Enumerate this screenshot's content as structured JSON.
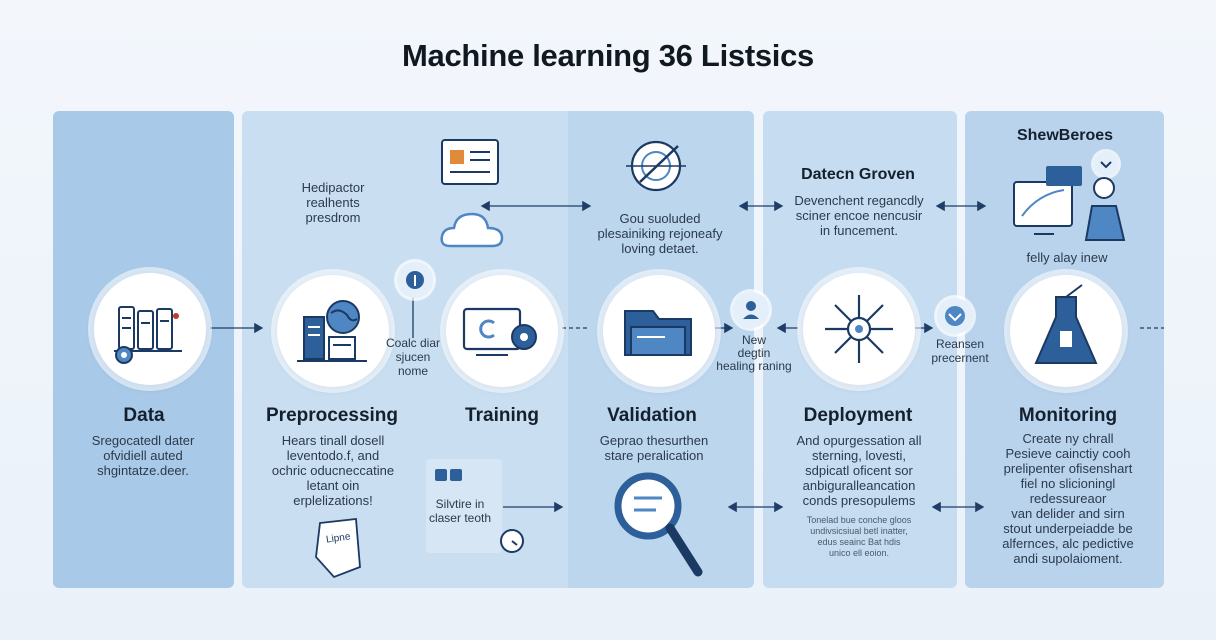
{
  "title": "Machine learning 36 Listsics",
  "stages": {
    "data": "Data",
    "preprocessing": "Preprocessing",
    "training": "Training",
    "validation": "Validation",
    "deployment": "Deployment",
    "monitoring": "Monitoring"
  },
  "headers": {
    "deployment_top": "Datecn Groven",
    "monitoring_top": "ShewBeroes"
  },
  "notes": {
    "pre_top": [
      "Hedipactor",
      "realhents",
      "presdrom"
    ],
    "val_top": [
      "Gou suoluded",
      "plesainiking rejoneafy",
      "loving detaet."
    ],
    "dep_top": [
      "Devenchent regancdly",
      "sciner encoe nencusir",
      "in funcement."
    ],
    "mon_top": [
      "felly alay inew"
    ],
    "data_bottom": [
      "Sregocatedl dater",
      "ofvidiell auted",
      "shgintatze.deer."
    ],
    "pre_bottom": [
      "Hears tinall dosell",
      "leventodo.f, and",
      "ochric oducneccatine",
      "letant oin",
      "erplelizations!"
    ],
    "val_bottom": [
      "Geprao thesurthen",
      "stare peralication"
    ],
    "dep_bottom": [
      "And opurgessation all",
      "sterning, lovesti,",
      "sdpicatl oficent sor",
      "anbiguralleancation",
      "conds presopulems"
    ],
    "dep_small": [
      "Tonelad bue conche gloos",
      "undivsicsiual betl inatter,",
      "edus seainc Bat hdis",
      "unico ell eoion."
    ],
    "mon_bottom": [
      "Create ny chrall",
      "Pesieve cainctiy cooh",
      "prelipenter ofisenshart",
      "fiel no slicioningl",
      "redessureaor",
      "van delider and sirn",
      "stout underpeiadde be",
      "alfernces, alc pedictive",
      "andi supolaioment."
    ],
    "coalc": [
      "Coalc diar",
      "sjucen",
      "nome"
    ],
    "new_design": [
      "New",
      "degtin",
      "healing raning"
    ],
    "reansen": [
      "Reansen",
      "precernent"
    ],
    "card": [
      "Silvtire in",
      "claser teoth"
    ],
    "paper": "Lipne"
  },
  "icons": {
    "data": "server-rack-gear-icon",
    "preprocessing": "server-globe-icon",
    "training": "monitor-gear-icon",
    "validation": "folder-icon",
    "deployment": "network-burst-icon",
    "monitoring": "flask-icon",
    "magnifier": "magnifier-icon"
  },
  "colors": {
    "accent": "#2d5f9a",
    "dark": "#1b3a63",
    "light": "#4f86c4"
  }
}
